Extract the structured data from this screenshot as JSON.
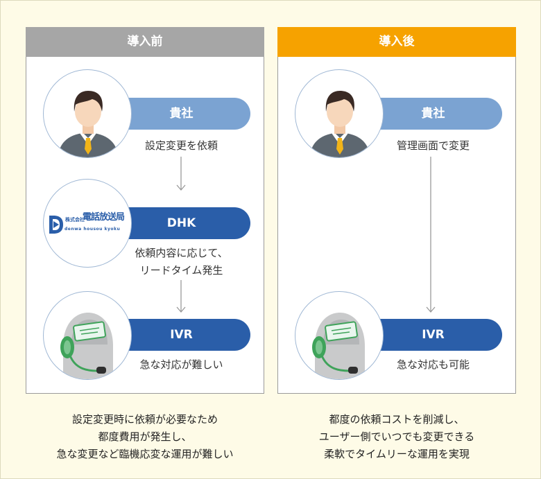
{
  "before": {
    "header": "導入前",
    "step1": {
      "label": "貴社",
      "caption": "設定変更を依頼"
    },
    "step2": {
      "label": "DHK",
      "caption_line1": "依頼内容に応じて、",
      "caption_line2": "リードタイム発生",
      "logo_kana": "株式会社",
      "logo_name": "電話放送局",
      "logo_roman": "denwa housou kyoku"
    },
    "step3": {
      "label": "IVR",
      "caption": "急な対応が難しい"
    },
    "summary": [
      "設定変更時に依頼が必要なため",
      "都度費用が発生し、",
      "急な変更など臨機応変な運用が難しい"
    ]
  },
  "after": {
    "header": "導入後",
    "step1": {
      "label": "貴社",
      "caption": "管理画面で変更"
    },
    "step3": {
      "label": "IVR",
      "caption": "急な対応も可能"
    },
    "summary": [
      "都度の依頼コストを削減し、",
      "ユーザー側でいつでも変更できる",
      "柔軟でタイムリーな運用を実現"
    ]
  },
  "colors": {
    "before_header": "#a6a6a6",
    "after_header": "#f6a200",
    "pill_light": "#7ba3d2",
    "pill_dark": "#2a5ea9",
    "background": "#fefbe7"
  },
  "icons": [
    "businessman-icon",
    "dhk-logo",
    "ivr-robot-icon",
    "down-arrow-icon"
  ]
}
